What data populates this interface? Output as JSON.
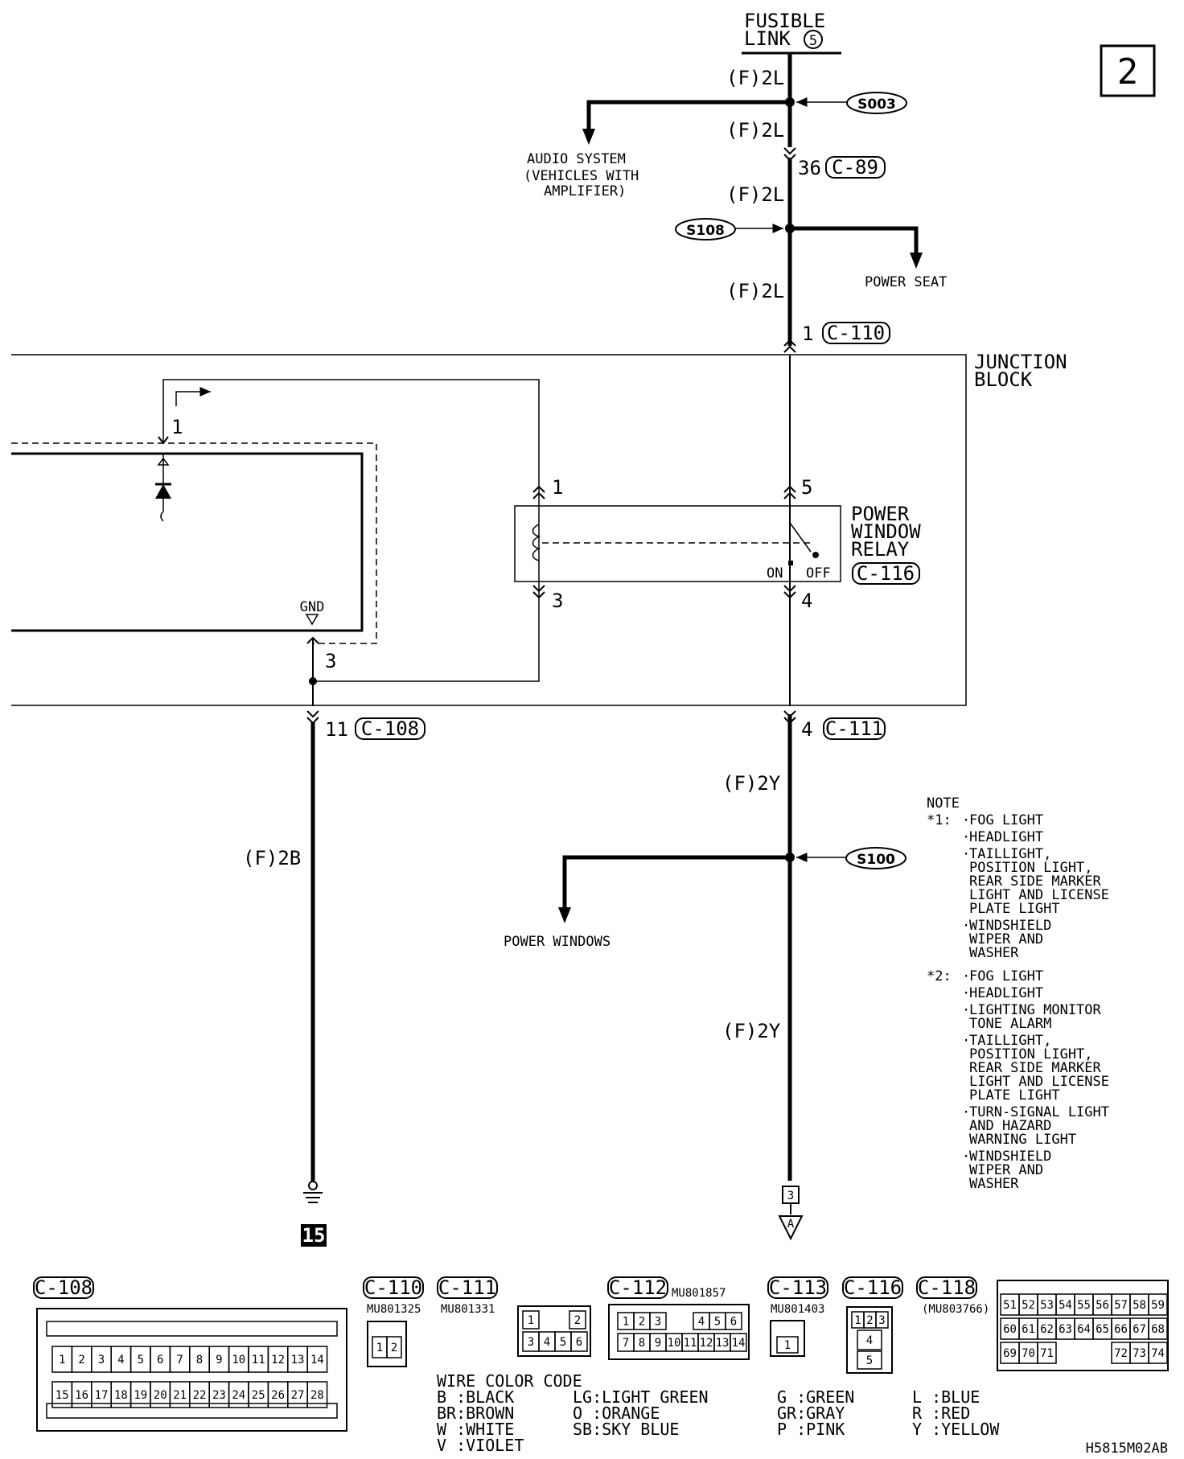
{
  "page_number": "2",
  "fusible_link": {
    "line1": "FUSIBLE",
    "line2": "LINK",
    "num": "5"
  },
  "wires": {
    "f2l": "(F)2L",
    "f2y": "(F)2Y",
    "f2b": "(F)2B"
  },
  "splices": {
    "s003": "S003",
    "s108": "S108",
    "s100": "S100"
  },
  "branches": {
    "audio": [
      "AUDIO SYSTEM",
      "(VEHICLES WITH",
      "AMPLIFIER)"
    ],
    "power_seat": "POWER SEAT",
    "power_windows": "POWER WINDOWS"
  },
  "connectors": {
    "c89": {
      "pin": "36",
      "id": "C-89"
    },
    "c110": {
      "pin": "1",
      "id": "C-110"
    },
    "c111": {
      "pin": "4",
      "id": "C-111"
    },
    "c108": {
      "pin": "11",
      "id": "C-108"
    },
    "c116": {
      "id": "C-116"
    }
  },
  "junction_block": [
    "JUNCTION",
    "BLOCK"
  ],
  "relay": {
    "label": [
      "POWER",
      "WINDOW",
      "RELAY"
    ],
    "pin1": "1",
    "pin3": "3",
    "pin5": "5",
    "pin4": "4",
    "on": "ON",
    "off": "OFF"
  },
  "left_module": {
    "pin1": "1",
    "pin3": "3",
    "gnd": "GND"
  },
  "ground_num": "15",
  "output": {
    "connector_num": "3",
    "arrow_label": "A"
  },
  "note": {
    "title": "NOTE",
    "star1": "*1:",
    "star1_items": [
      [
        "FOG LIGHT"
      ],
      [
        "HEADLIGHT"
      ],
      [
        "TAILLIGHT,",
        "POSITION LIGHT,",
        "REAR SIDE MARKER",
        "LIGHT AND LICENSE",
        "PLATE LIGHT"
      ],
      [
        "WINDSHIELD",
        "WIPER AND",
        "WASHER"
      ]
    ],
    "star2": "*2:",
    "star2_items": [
      [
        "FOG LIGHT"
      ],
      [
        "HEADLIGHT"
      ],
      [
        "LIGHTING MONITOR",
        "TONE ALARM"
      ],
      [
        "TAILLIGHT,",
        "POSITION LIGHT,",
        "REAR SIDE MARKER",
        "LIGHT AND LICENSE",
        "PLATE LIGHT"
      ],
      [
        "TURN-SIGNAL LIGHT",
        "AND HAZARD",
        "WARNING LIGHT"
      ],
      [
        "WINDSHIELD",
        "WIPER AND",
        "WASHER"
      ]
    ]
  },
  "connector_legend": {
    "c108": {
      "id": "C-108",
      "row1": [
        "1",
        "2",
        "3",
        "4",
        "5",
        "6",
        "7",
        "8",
        "9",
        "10",
        "11",
        "12",
        "13",
        "14"
      ],
      "row2": [
        "15",
        "16",
        "17",
        "18",
        "19",
        "20",
        "21",
        "22",
        "23",
        "24",
        "25",
        "26",
        "27",
        "28"
      ]
    },
    "c110": {
      "id": "C-110",
      "part": "MU801325",
      "pins": [
        "1",
        "2"
      ]
    },
    "c111": {
      "id": "C-111",
      "part": "MU801331",
      "pins_top": [
        "1",
        "2"
      ],
      "pins_bottom": [
        "3",
        "4",
        "5",
        "6"
      ]
    },
    "c112": {
      "id": "C-112",
      "part": "MU801857",
      "row1a": [
        "1",
        "2",
        "3"
      ],
      "row1b": [
        "4",
        "5",
        "6"
      ],
      "row2": [
        "7",
        "8",
        "9",
        "10",
        "11",
        "12",
        "13",
        "14"
      ]
    },
    "c113": {
      "id": "C-113",
      "part": "MU801403",
      "pins": [
        "1"
      ]
    },
    "c116": {
      "id": "C-116",
      "pins_top": [
        "1",
        "2",
        "3"
      ],
      "pins_mid": [
        "4"
      ],
      "pins_bottom": [
        "5"
      ]
    },
    "c118": {
      "id": "C-118",
      "part": "(MU803766)",
      "row1": [
        "51",
        "52",
        "53",
        "54",
        "55",
        "56",
        "57",
        "58",
        "59"
      ],
      "row2": [
        "60",
        "61",
        "62",
        "63",
        "64",
        "65",
        "66",
        "67",
        "68"
      ],
      "row3a": [
        "69",
        "70",
        "71"
      ],
      "row3b": [
        "72",
        "73",
        "74"
      ]
    }
  },
  "wire_color_code": {
    "title": "WIRE COLOR CODE",
    "col1": [
      "B :BLACK",
      "BR:BROWN",
      "W :WHITE",
      "V :VIOLET"
    ],
    "col2": [
      "LG:LIGHT GREEN",
      "O :ORANGE",
      "SB:SKY BLUE"
    ],
    "col3": [
      "G :GREEN",
      "GR:GRAY",
      "P :PINK"
    ],
    "col4": [
      "L :BLUE",
      "R :RED",
      "Y :YELLOW"
    ]
  },
  "doc_code": "H5815M02AB"
}
